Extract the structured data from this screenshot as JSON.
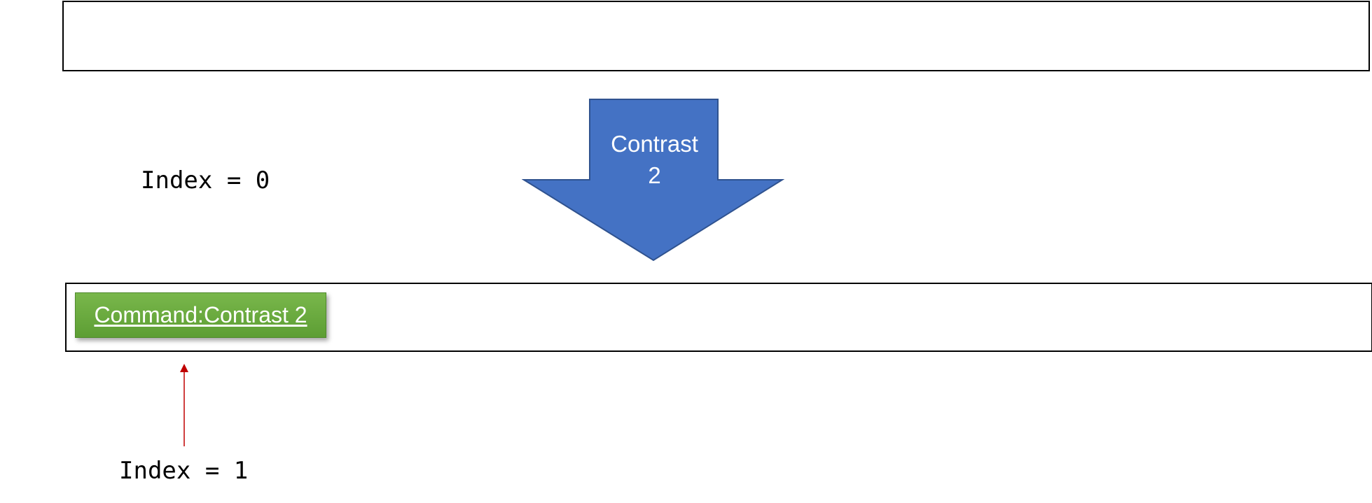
{
  "top_index_label": "Index = 0",
  "arrow": {
    "line1": "Contrast",
    "line2": "2",
    "fill_color": "#4472c4"
  },
  "command_block": {
    "label": "Command:Contrast 2",
    "color": "#6aab3f"
  },
  "pointer": {
    "color": "#c00000"
  },
  "bottom_index_label": "Index = 1"
}
